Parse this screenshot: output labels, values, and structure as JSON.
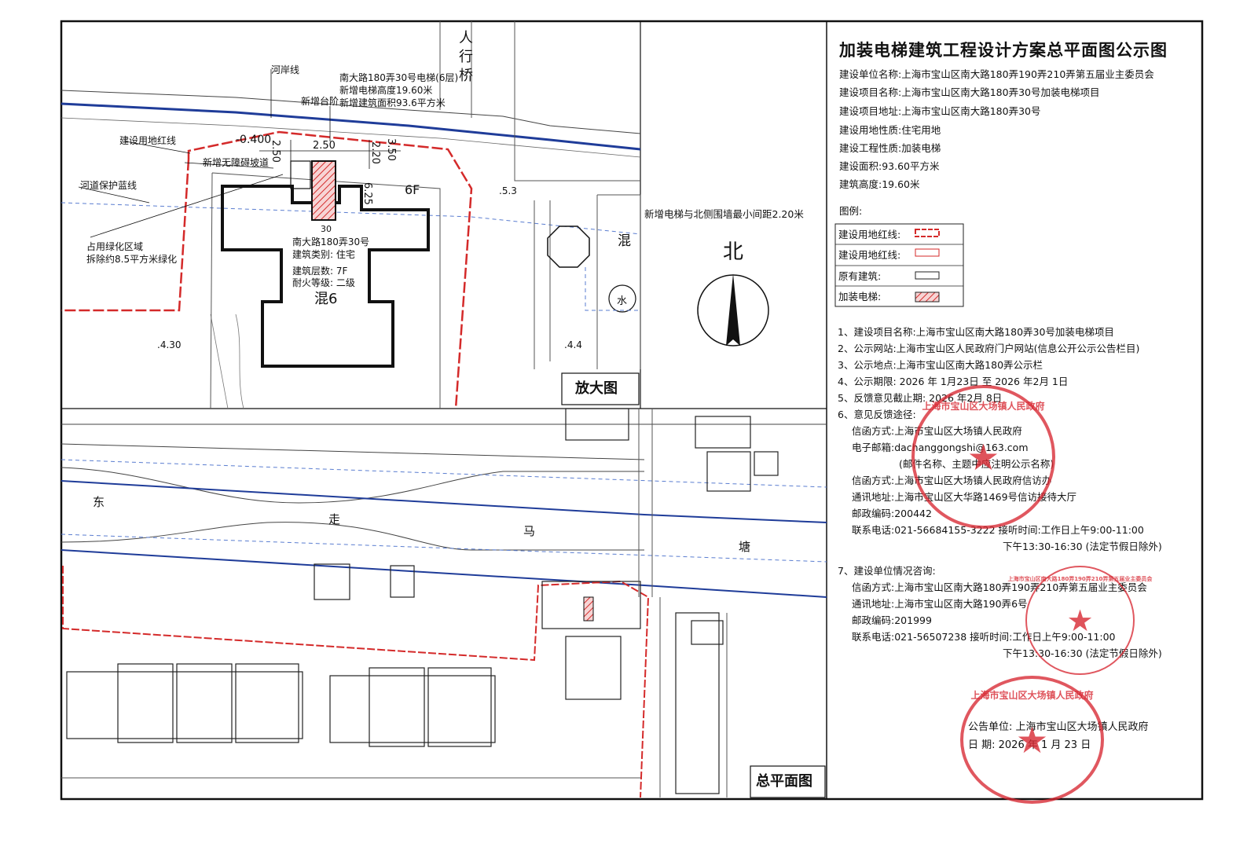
{
  "title": "加装电梯建筑工程设计方案总平面图公示图",
  "info": [
    "建设单位名称:上海市宝山区南大路180弄190弄210弄第五届业主委员会",
    "建设项目名称:上海市宝山区南大路180弄30号加装电梯项目",
    "建设项目地址:上海市宝山区南大路180弄30号",
    "建设用地性质:住宅用地",
    "建设工程性质:加装电梯",
    "建设面积:93.60平方米",
    "建筑高度:19.60米"
  ],
  "legend": {
    "title": "图例:",
    "items": [
      {
        "label": "建设用地红线:",
        "color": "#d42a2a"
      },
      {
        "label": "建设用地红线:",
        "color": "#d42a2a"
      },
      {
        "label": "原有建筑:",
        "color": "#222222"
      },
      {
        "label": "加装电梯:",
        "color": "#d42a2a"
      }
    ]
  },
  "notes": [
    "1、建设项目名称:上海市宝山区南大路180弄30号加装电梯项目",
    "2、公示网站:上海市宝山区人民政府门户网站(信息公开公示公告栏目)",
    "3、公示地点:上海市宝山区南大路180弄公示栏",
    "4、公示期限: 2026 年 1月23日 至 2026 年2月 1日",
    "5、反馈意见截止期: 2026 年2月 8日",
    "6、意见反馈途径:",
    "信函方式:上海市宝山区大场镇人民政府",
    "电子邮箱:dachanggongshi@163.com",
    "(邮件名称、主题中应注明公示名称)",
    "信函方式:上海市宝山区大场镇人民政府信访办",
    "通讯地址:上海市宝山区大华路1469号信访接待大厅",
    "邮政编码:200442",
    "联系电话:021-56684155-3222 接听时间:工作日上午9:00-11:00",
    "下午13:30-16:30 (法定节假日除外)",
    "7、建设单位情况咨询:",
    "信函方式:上海市宝山区南大路180弄190弄210弄第五届业主委员会",
    "通讯地址:上海市宝山区南大路190弄6号",
    "邮政编码:201999",
    "联系电话:021-56507238          接听时间:工作日上午9:00-11:00",
    "下午13:30-16:30 (法定节假日除外)"
  ],
  "announcer": {
    "unit": "公告单位: 上海市宝山区大场镇人民政府",
    "date": "日    期: 2026 年 1 月 23 日"
  },
  "stamps": {
    "top": "上海市宝山区大场镇人民政府",
    "mid": "上海市宝山区南大路180弄190弄210弄第五届业主委员会",
    "bottom": "上海市宝山区大场镇人民政府"
  },
  "map": {
    "north": "北",
    "enlarged": "放大图",
    "siteplan": "总平面图",
    "bridge": "人行桥",
    "elevator_title": "南大路180弄30号电梯(6层)",
    "elevator_height": "新增电梯高度19.60米",
    "elevator_area": "新增建筑面积93.6平方米",
    "river_bank": "河岸线",
    "new_steps": "新增台阶",
    "red_line": "建设用地红线",
    "ramp": "新增无障碍坡道",
    "blue_line": "河道保护蓝线",
    "green": "占用绿化区域",
    "green2": "拆除约8.5平方米绿化",
    "bldg_no": "30",
    "bldg_name": "南大路180弄30号",
    "bldg_type": "建筑类别: 住宅",
    "bldg_floors": "建筑层数: 7F",
    "bldg_fire": "耐火等级: 二级",
    "bldg_struct": "混6",
    "floors_6f": "6F",
    "distance_note": "新增电梯与北侧围墙最小间距2.20米",
    "dim_0400": "-0.400",
    "dim_250a": "2.50",
    "dim_250b": "2.50",
    "dim_220": "2.20",
    "dim_350": "3.50",
    "dim_625": "6.25",
    "elev_53": ".5.3",
    "elev_430": ".4.30",
    "elev_44": ".4.4",
    "mix_label": "混",
    "water": "水",
    "river_chars": [
      "东",
      "走",
      "马",
      "塘"
    ]
  }
}
